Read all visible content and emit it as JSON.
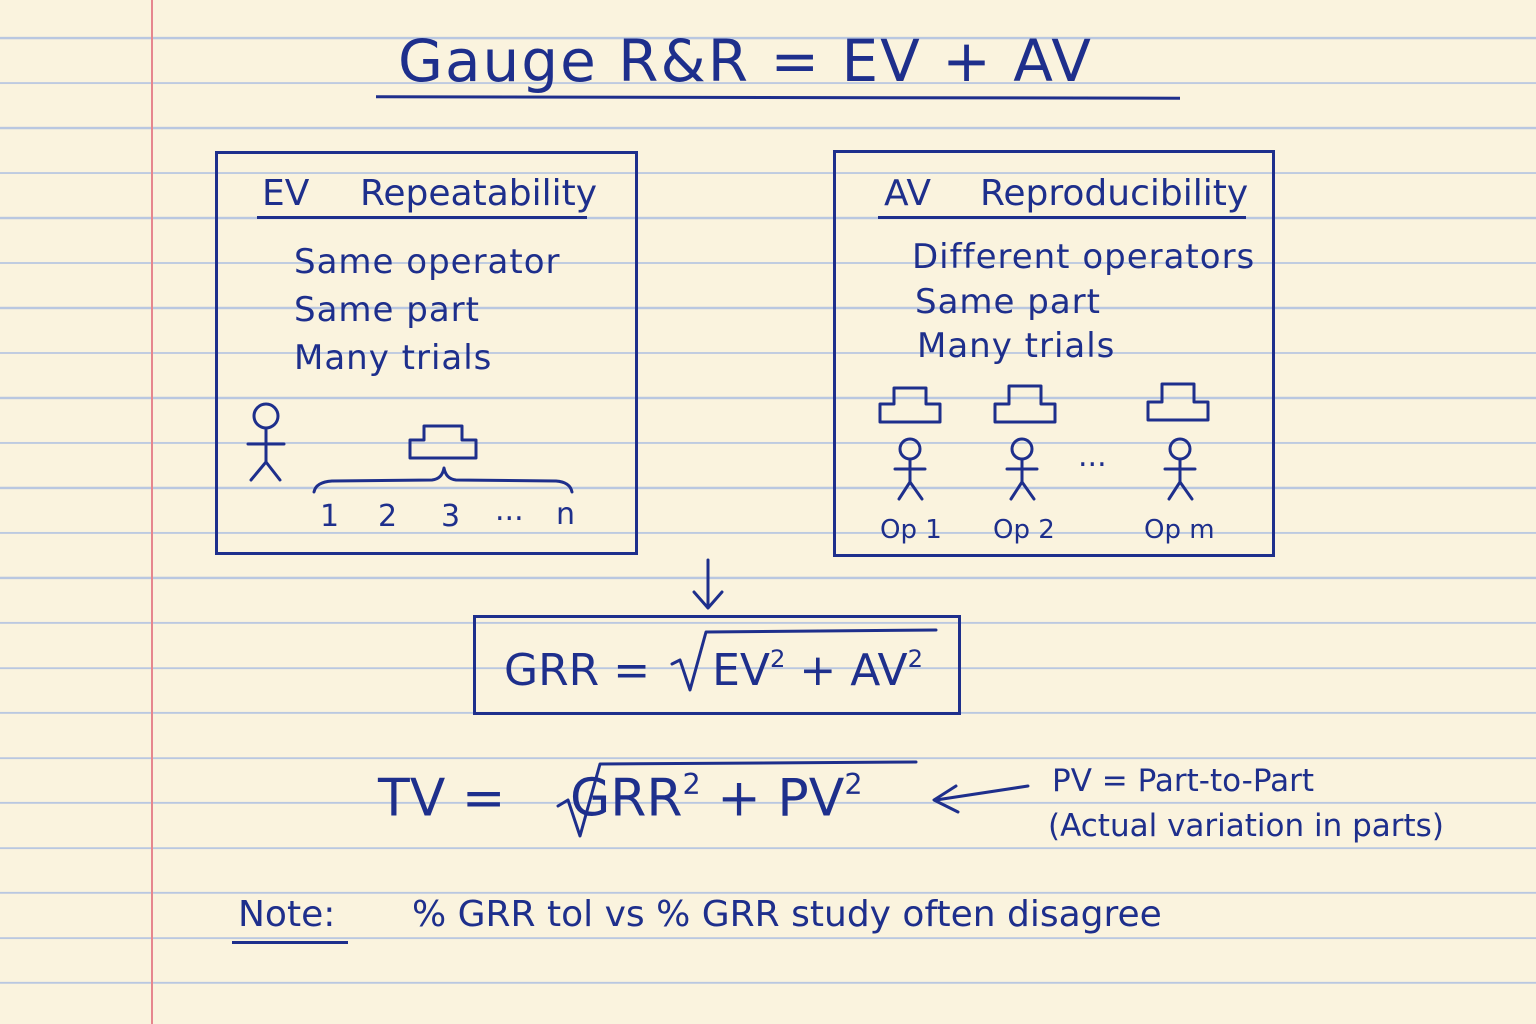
{
  "title": "Gauge R&R = EV + AV",
  "ev_box": {
    "abbr": "EV",
    "heading": "Repeatability",
    "lines": [
      "Same operator",
      "Same part",
      "Many trials"
    ],
    "trials": [
      "1",
      "2",
      "3",
      "...",
      "n"
    ]
  },
  "av_box": {
    "abbr": "AV",
    "heading": "Reproducibility",
    "lines": [
      "Different operators",
      "Same part",
      "Many trials"
    ],
    "operators": [
      "Op 1",
      "Op 2",
      "Op m"
    ],
    "ellipsis": "..."
  },
  "grr_formula": {
    "lhs": "GRR =",
    "term1": "EV",
    "exp1": "2",
    "plus": "+",
    "term2": "AV",
    "exp2": "2"
  },
  "tv_formula": {
    "lhs": "TV =",
    "term1": "GRR",
    "exp1": "2",
    "plus": "+",
    "term2": "PV",
    "exp2": "2"
  },
  "pv_note": {
    "line1": "PV = Part-to-Part",
    "line2": "(Actual variation in parts)"
  },
  "note": {
    "label": "Note:",
    "text": "% GRR tol vs % GRR study often disagree"
  }
}
